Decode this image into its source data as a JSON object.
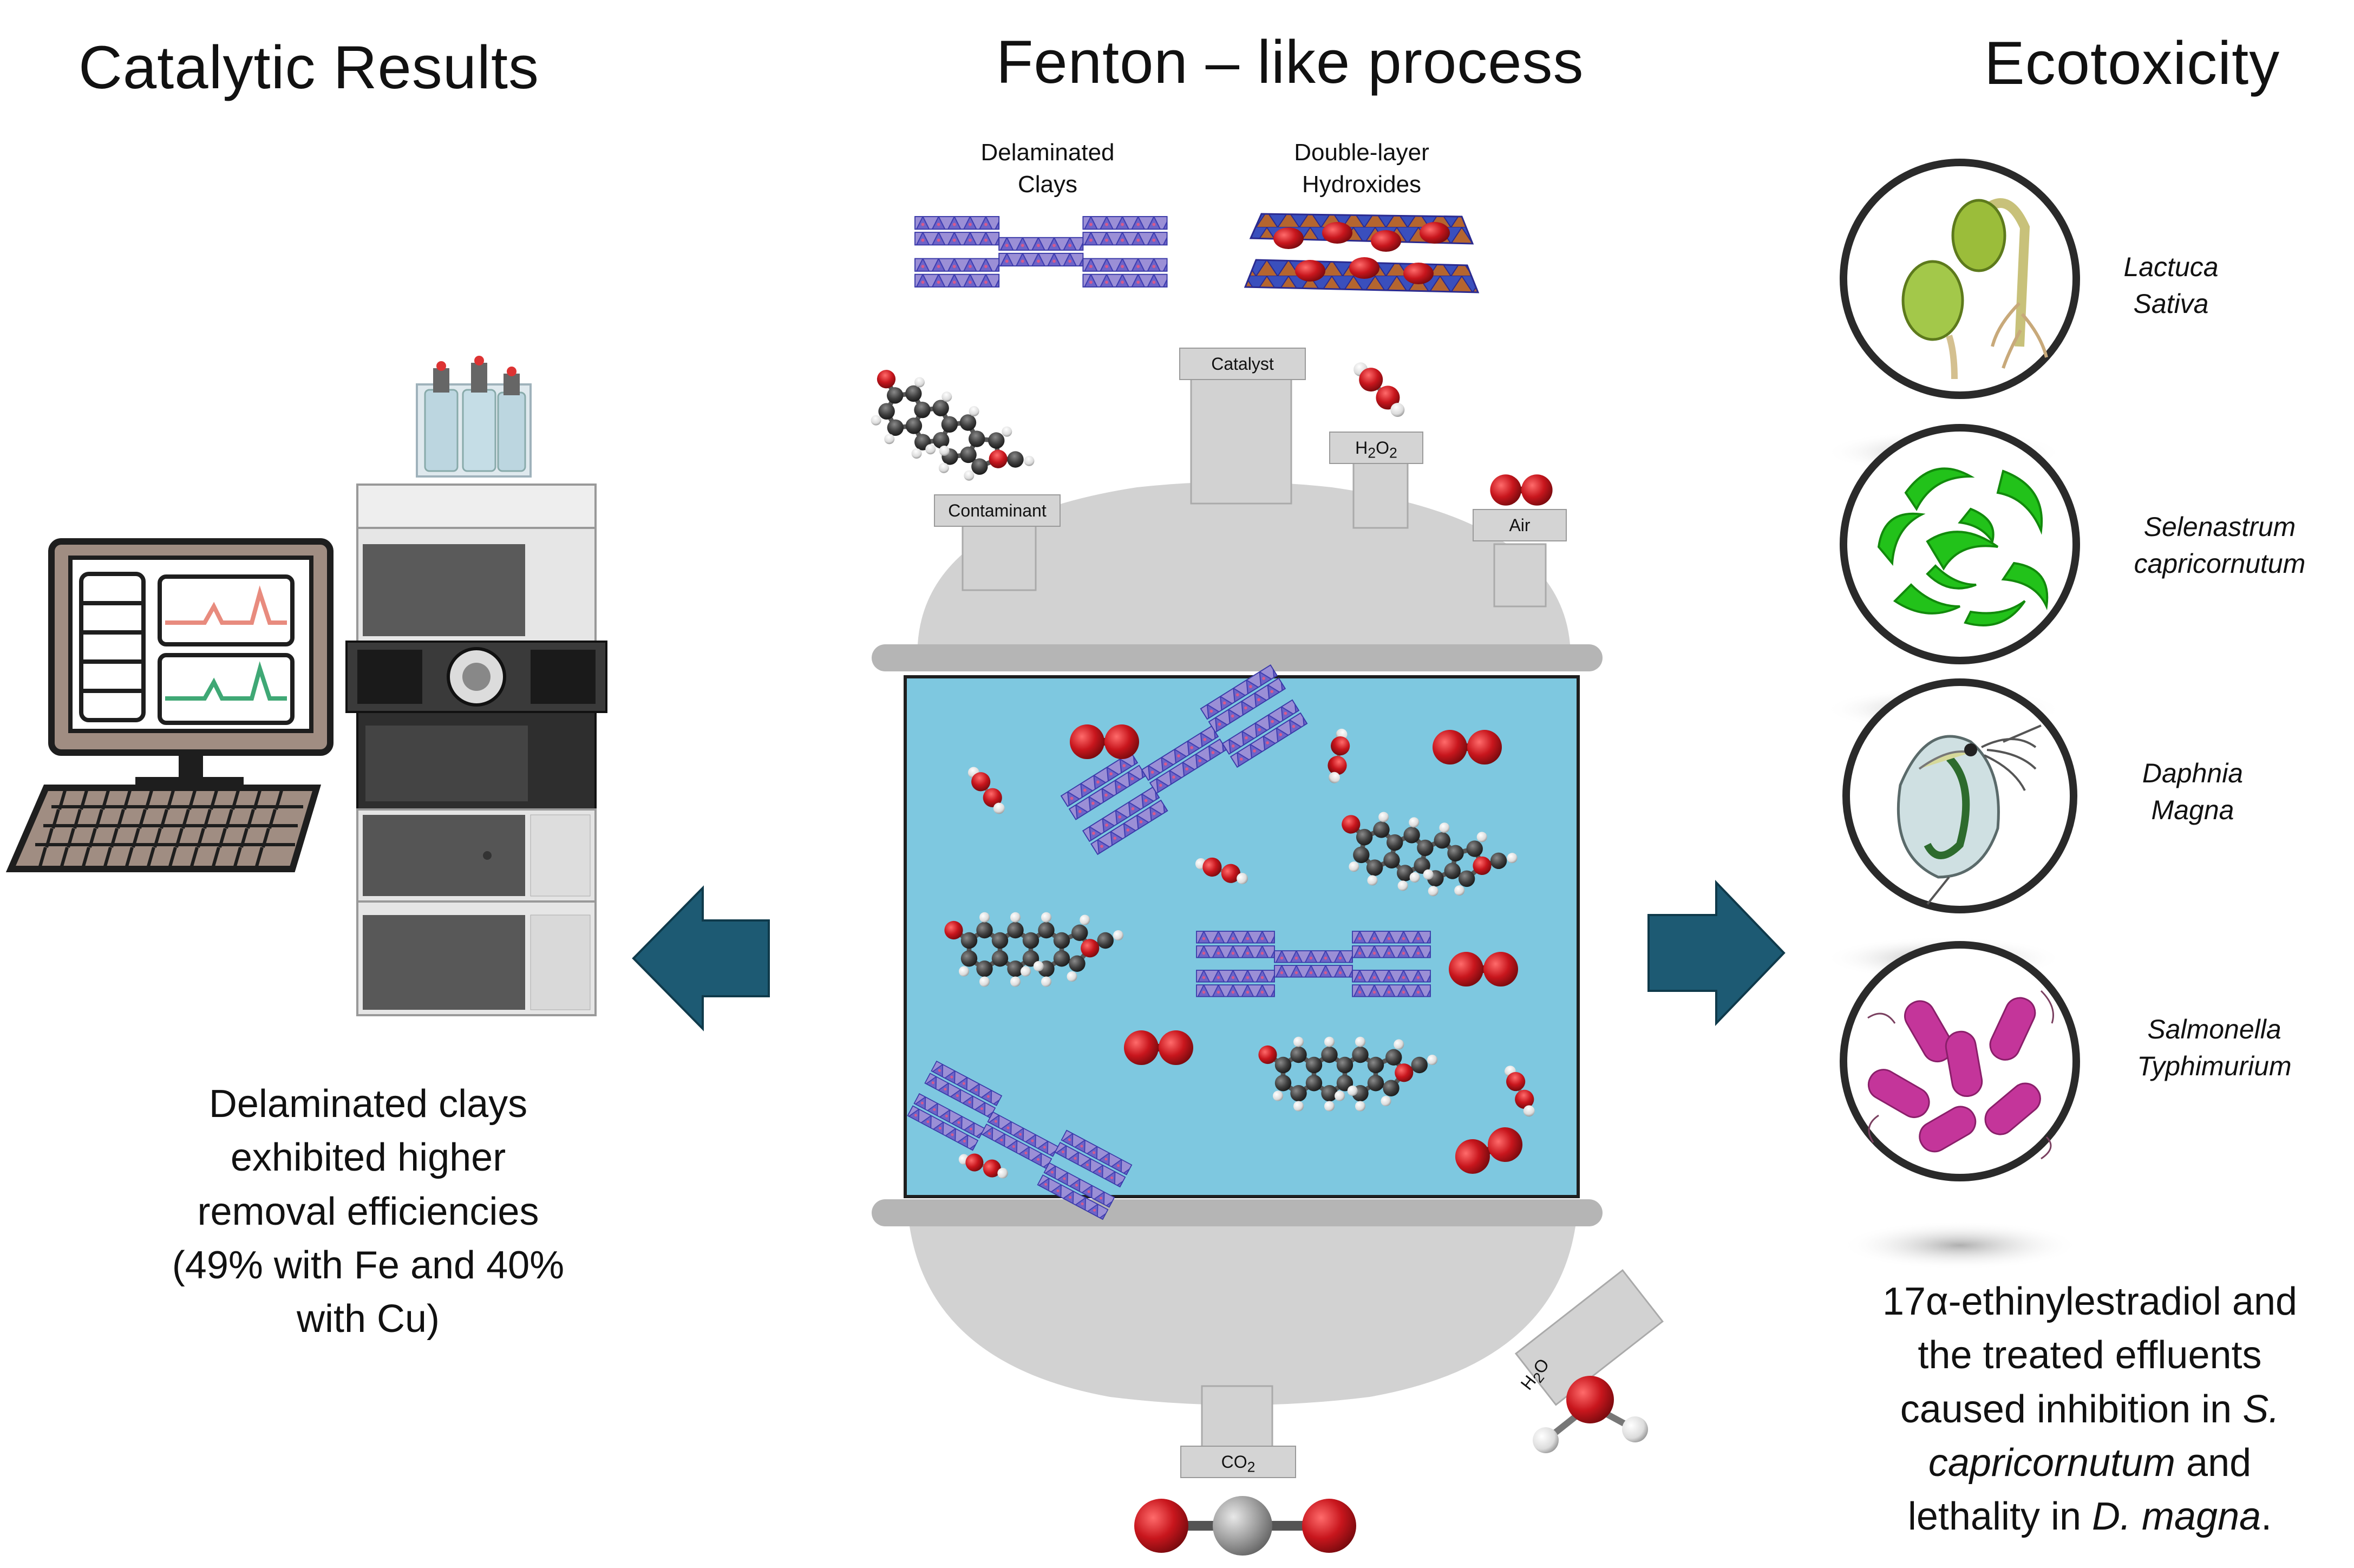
{
  "titles": {
    "left": "Catalytic Results",
    "center": "Fenton – like process",
    "right": "Ecotoxicity"
  },
  "materials": {
    "clays": "Delaminated\nClays",
    "ldh": "Double-layer\nHydroxides"
  },
  "reactor_tags": {
    "catalyst": "Catalyst",
    "h2o2_base": "H",
    "h2o2_sub1": "2",
    "h2o2_mid": "O",
    "h2o2_sub2": "2",
    "contaminant": "Contaminant",
    "air": "Air",
    "co2_base": "CO",
    "co2_sub": "2",
    "h2o_base": "H",
    "h2o_sub": "2",
    "h2o_end": "O"
  },
  "organisms": [
    {
      "line1": "Lactuca",
      "line2": "Sativa",
      "icon": "lettuce-seedling-icon"
    },
    {
      "line1": "Selenastrum",
      "line2": "capricornutum",
      "icon": "green-algae-icon"
    },
    {
      "line1": "Daphnia",
      "line2": "Magna",
      "icon": "daphnia-icon"
    },
    {
      "line1": "Salmonella",
      "line2": "Typhimurium",
      "icon": "bacteria-icon"
    }
  ],
  "left_text": {
    "line1": "Delaminated clays",
    "line2": "exhibited higher",
    "line3": "removal efficiencies",
    "line4": "(49% with Fe and 40%",
    "line5": "with Cu)"
  },
  "right_text": {
    "line1": "17α-ethinylestradiol and",
    "line2": "the treated effluents",
    "line3a": "caused inhibition in ",
    "line3b": "S.",
    "line4a": "capricornutum",
    "line4b": " and",
    "line5a": "lethality in ",
    "line5b": "D. magna",
    "line5c": "."
  },
  "colors": {
    "reactor_gray": "#d2d2d2",
    "reactor_liquid": "#7ec8e0",
    "arrow": "#1d5a73",
    "oxygen_red": "#c8161d",
    "carbon_gray": "#4a4a4a",
    "algae_green": "#22c21a",
    "bacteria_pink": "#c4359a"
  }
}
